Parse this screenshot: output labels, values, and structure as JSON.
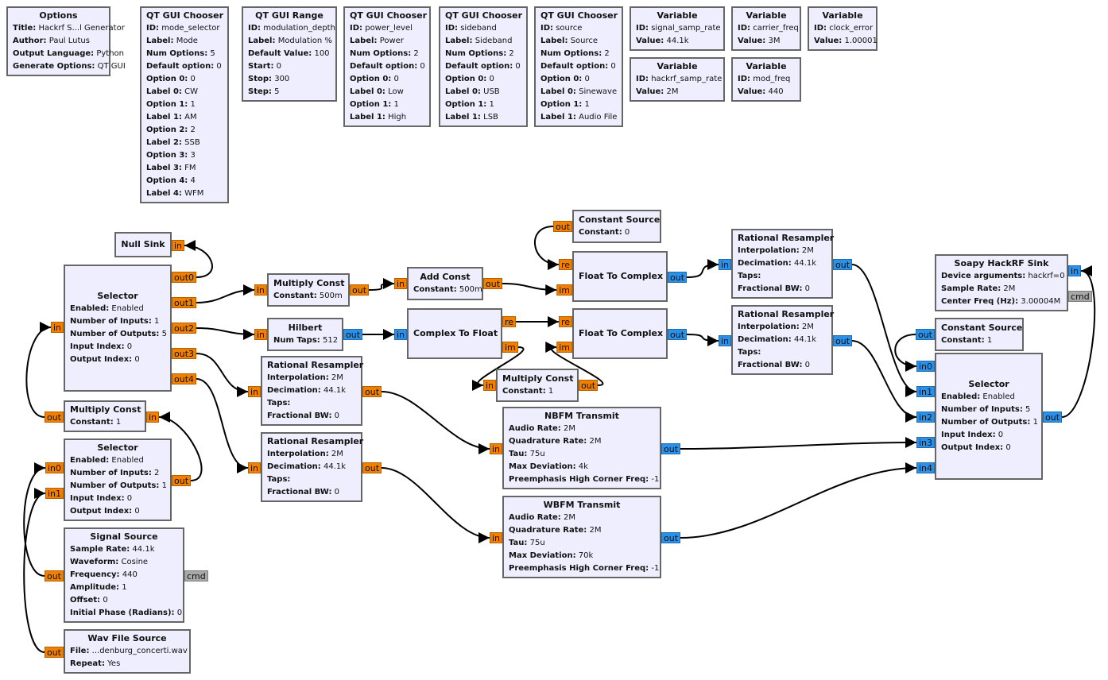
{
  "colors": {
    "float": "#f28000",
    "complex": "#2a90e8",
    "message": "#a8a8a8",
    "block_fill": "#eeeefe",
    "block_border": "#666666",
    "wire": "#000000"
  },
  "blocks": [
    {
      "title": "Options",
      "params": [
        [
          "Title:",
          "Hackrf S...l Generator"
        ],
        [
          "Author:",
          "Paul Lutus"
        ],
        [
          "Output Language:",
          "Python"
        ],
        [
          "Generate Options:",
          "QT GUI"
        ]
      ],
      "left": [],
      "right": []
    },
    {
      "title": "QT GUI Chooser",
      "params": [
        [
          "ID:",
          "mode_selector"
        ],
        [
          "Label:",
          "Mode"
        ],
        [
          "Num Options:",
          "5"
        ],
        [
          "Default option:",
          "0"
        ],
        [
          "Option 0:",
          "0"
        ],
        [
          "Label 0:",
          "CW"
        ],
        [
          "Option 1:",
          "1"
        ],
        [
          "Label 1:",
          "AM"
        ],
        [
          "Option 2:",
          "2"
        ],
        [
          "Label 2:",
          "SSB"
        ],
        [
          "Option 3:",
          "3"
        ],
        [
          "Label 3:",
          "FM"
        ],
        [
          "Option 4:",
          "4"
        ],
        [
          "Label 4:",
          "WFM"
        ]
      ],
      "left": [],
      "right": []
    },
    {
      "title": "QT GUI Range",
      "params": [
        [
          "ID:",
          "modulation_depth"
        ],
        [
          "Label:",
          "Modulation %"
        ],
        [
          "Default Value:",
          "100"
        ],
        [
          "Start:",
          "0"
        ],
        [
          "Stop:",
          "300"
        ],
        [
          "Step:",
          "5"
        ]
      ],
      "left": [],
      "right": []
    },
    {
      "title": "QT GUI Chooser",
      "params": [
        [
          "ID:",
          "power_level"
        ],
        [
          "Label:",
          "Power"
        ],
        [
          "Num Options:",
          "2"
        ],
        [
          "Default option:",
          "0"
        ],
        [
          "Option 0:",
          "0"
        ],
        [
          "Label 0:",
          "Low"
        ],
        [
          "Option 1:",
          "1"
        ],
        [
          "Label 1:",
          "High"
        ]
      ],
      "left": [],
      "right": []
    },
    {
      "title": "QT GUI Chooser",
      "params": [
        [
          "ID:",
          "sideband"
        ],
        [
          "Label:",
          "Sideband"
        ],
        [
          "Num Options:",
          "2"
        ],
        [
          "Default option:",
          "0"
        ],
        [
          "Option 0:",
          "0"
        ],
        [
          "Label 0:",
          "USB"
        ],
        [
          "Option 1:",
          "1"
        ],
        [
          "Label 1:",
          "LSB"
        ]
      ],
      "left": [],
      "right": []
    },
    {
      "title": "QT GUI Chooser",
      "params": [
        [
          "ID:",
          "source"
        ],
        [
          "Label:",
          "Source"
        ],
        [
          "Num Options:",
          "2"
        ],
        [
          "Default option:",
          "0"
        ],
        [
          "Option 0:",
          "0"
        ],
        [
          "Label 0:",
          "Sinewave"
        ],
        [
          "Option 1:",
          "1"
        ],
        [
          "Label 1:",
          "Audio File"
        ]
      ],
      "left": [],
      "right": []
    },
    {
      "title": "Variable",
      "params": [
        [
          "ID:",
          "signal_samp_rate"
        ],
        [
          "Value:",
          "44.1k"
        ]
      ],
      "left": [],
      "right": []
    },
    {
      "title": "Variable",
      "params": [
        [
          "ID:",
          "carrier_freq"
        ],
        [
          "Value:",
          "3M"
        ]
      ],
      "left": [],
      "right": []
    },
    {
      "title": "Variable",
      "params": [
        [
          "ID:",
          "clock_error"
        ],
        [
          "Value:",
          "1.00001"
        ]
      ],
      "left": [],
      "right": []
    },
    {
      "title": "Variable",
      "params": [
        [
          "ID:",
          "hackrf_samp_rate"
        ],
        [
          "Value:",
          "2M"
        ]
      ],
      "left": [],
      "right": []
    },
    {
      "title": "Variable",
      "params": [
        [
          "ID:",
          "mod_freq"
        ],
        [
          "Value:",
          "440"
        ]
      ],
      "left": [],
      "right": []
    },
    {
      "title": "Null Sink",
      "params": [],
      "left": [],
      "right": [
        {
          "label": "in",
          "type": "float"
        }
      ]
    },
    {
      "title": "Selector",
      "params": [
        [
          "Enabled:",
          "Enabled"
        ],
        [
          "Number of Inputs:",
          "1"
        ],
        [
          "Number of Outputs:",
          "5"
        ],
        [
          "Input Index:",
          "0"
        ],
        [
          "Output Index:",
          "0"
        ]
      ],
      "left": [
        {
          "label": "in",
          "type": "float"
        }
      ],
      "right": [
        {
          "label": "out0",
          "type": "float"
        },
        {
          "label": "out1",
          "type": "float"
        },
        {
          "label": "out2",
          "type": "float"
        },
        {
          "label": "out3",
          "type": "float"
        },
        {
          "label": "out4",
          "type": "float"
        }
      ]
    },
    {
      "title": "Multiply Const",
      "params": [
        [
          "Constant:",
          "1"
        ]
      ],
      "left": [
        {
          "label": "out",
          "type": "float"
        }
      ],
      "right": [
        {
          "label": "in",
          "type": "float"
        }
      ]
    },
    {
      "title": "Selector",
      "params": [
        [
          "Enabled:",
          "Enabled"
        ],
        [
          "Number of Inputs:",
          "2"
        ],
        [
          "Number of Outputs:",
          "1"
        ],
        [
          "Input Index:",
          "0"
        ],
        [
          "Output Index:",
          "0"
        ]
      ],
      "left": [
        {
          "label": "in0",
          "type": "float"
        },
        {
          "label": "in1",
          "type": "float"
        }
      ],
      "right": [
        {
          "label": "out",
          "type": "float"
        }
      ]
    },
    {
      "title": "Signal Source",
      "params": [
        [
          "Sample Rate:",
          "44.1k"
        ],
        [
          "Waveform:",
          "Cosine"
        ],
        [
          "Frequency:",
          "440"
        ],
        [
          "Amplitude:",
          "1"
        ],
        [
          "Offset:",
          "0"
        ],
        [
          "Initial Phase (Radians):",
          "0"
        ]
      ],
      "left": [
        {
          "label": "out",
          "type": "float"
        }
      ],
      "right": [
        {
          "label": "cmd",
          "type": "message"
        }
      ]
    },
    {
      "title": "Wav File Source",
      "params": [
        [
          "File:",
          "...denburg_concerti.wav"
        ],
        [
          "Repeat:",
          "Yes"
        ]
      ],
      "left": [
        {
          "label": "out",
          "type": "float"
        }
      ],
      "right": []
    },
    {
      "title": "Multiply Const",
      "params": [
        [
          "Constant:",
          "500m"
        ]
      ],
      "left": [
        {
          "label": "in",
          "type": "float"
        }
      ],
      "right": [
        {
          "label": "out",
          "type": "float"
        }
      ]
    },
    {
      "title": "Hilbert",
      "params": [
        [
          "Num Taps:",
          "512"
        ]
      ],
      "left": [
        {
          "label": "in",
          "type": "float"
        }
      ],
      "right": [
        {
          "label": "out",
          "type": "complex"
        }
      ]
    },
    {
      "title": "Rational Resampler",
      "params": [
        [
          "Interpolation:",
          "2M"
        ],
        [
          "Decimation:",
          "44.1k"
        ],
        [
          "Taps:",
          ""
        ],
        [
          "Fractional BW:",
          "0"
        ]
      ],
      "left": [
        {
          "label": "in",
          "type": "float"
        }
      ],
      "right": [
        {
          "label": "out",
          "type": "float"
        }
      ]
    },
    {
      "title": "Rational Resampler",
      "params": [
        [
          "Interpolation:",
          "2M"
        ],
        [
          "Decimation:",
          "44.1k"
        ],
        [
          "Taps:",
          ""
        ],
        [
          "Fractional BW:",
          "0"
        ]
      ],
      "left": [
        {
          "label": "in",
          "type": "float"
        }
      ],
      "right": [
        {
          "label": "out",
          "type": "float"
        }
      ]
    },
    {
      "title": "Add Const",
      "params": [
        [
          "Constant:",
          "500m"
        ]
      ],
      "left": [
        {
          "label": "in",
          "type": "float"
        }
      ],
      "right": [
        {
          "label": "out",
          "type": "float"
        }
      ]
    },
    {
      "title": "Complex To Float",
      "params": [],
      "left": [
        {
          "label": "in",
          "type": "complex"
        }
      ],
      "right": [
        {
          "label": "re",
          "type": "float"
        },
        {
          "label": "im",
          "type": "float"
        }
      ]
    },
    {
      "title": "Multiply Const",
      "params": [
        [
          "Constant:",
          "1"
        ]
      ],
      "left": [
        {
          "label": "in",
          "type": "float"
        }
      ],
      "right": [
        {
          "label": "out",
          "type": "float"
        }
      ]
    },
    {
      "title": "Constant Source",
      "params": [
        [
          "Constant:",
          "0"
        ]
      ],
      "left": [
        {
          "label": "out",
          "type": "float"
        }
      ],
      "right": []
    },
    {
      "title": "Float To Complex",
      "params": [],
      "left": [
        {
          "label": "re",
          "type": "float"
        },
        {
          "label": "im",
          "type": "float"
        }
      ],
      "right": [
        {
          "label": "out",
          "type": "complex"
        }
      ]
    },
    {
      "title": "Float To Complex",
      "params": [],
      "left": [
        {
          "label": "re",
          "type": "float"
        },
        {
          "label": "im",
          "type": "float"
        }
      ],
      "right": [
        {
          "label": "out",
          "type": "complex"
        }
      ]
    },
    {
      "title": "Rational Resampler",
      "params": [
        [
          "Interpolation:",
          "2M"
        ],
        [
          "Decimation:",
          "44.1k"
        ],
        [
          "Taps:",
          ""
        ],
        [
          "Fractional BW:",
          "0"
        ]
      ],
      "left": [
        {
          "label": "in",
          "type": "complex"
        }
      ],
      "right": [
        {
          "label": "out",
          "type": "complex"
        }
      ]
    },
    {
      "title": "Rational Resampler",
      "params": [
        [
          "Interpolation:",
          "2M"
        ],
        [
          "Decimation:",
          "44.1k"
        ],
        [
          "Taps:",
          ""
        ],
        [
          "Fractional BW:",
          "0"
        ]
      ],
      "left": [
        {
          "label": "in",
          "type": "complex"
        }
      ],
      "right": [
        {
          "label": "out",
          "type": "complex"
        }
      ]
    },
    {
      "title": "NBFM Transmit",
      "params": [
        [
          "Audio Rate:",
          "2M"
        ],
        [
          "Quadrature Rate:",
          "2M"
        ],
        [
          "Tau:",
          "75u"
        ],
        [
          "Max Deviation:",
          "4k"
        ],
        [
          "Preemphasis High Corner Freq:",
          "-1"
        ]
      ],
      "left": [
        {
          "label": "in",
          "type": "float"
        }
      ],
      "right": [
        {
          "label": "out",
          "type": "complex"
        }
      ]
    },
    {
      "title": "WBFM Transmit",
      "params": [
        [
          "Audio Rate:",
          "2M"
        ],
        [
          "Quadrature Rate:",
          "2M"
        ],
        [
          "Tau:",
          "75u"
        ],
        [
          "Max Deviation:",
          "70k"
        ],
        [
          "Preemphasis High Corner Freq:",
          "-1"
        ]
      ],
      "left": [
        {
          "label": "in",
          "type": "float"
        }
      ],
      "right": [
        {
          "label": "out",
          "type": "complex"
        }
      ]
    },
    {
      "title": "Soapy HackRF Sink",
      "params": [
        [
          "Device arguments:",
          "hackrf=0"
        ],
        [
          "Sample Rate:",
          "2M"
        ],
        [
          "Center Freq (Hz):",
          "3.00004M"
        ]
      ],
      "left": [],
      "right": [
        {
          "label": "in",
          "type": "complex"
        },
        {
          "label": "cmd",
          "type": "message"
        }
      ]
    },
    {
      "title": "Constant Source",
      "params": [
        [
          "Constant:",
          "1"
        ]
      ],
      "left": [
        {
          "label": "out",
          "type": "complex"
        }
      ],
      "right": []
    },
    {
      "title": "Selector",
      "params": [
        [
          "Enabled:",
          "Enabled"
        ],
        [
          "Number of Inputs:",
          "5"
        ],
        [
          "Number of Outputs:",
          "1"
        ],
        [
          "Input Index:",
          "0"
        ],
        [
          "Output Index:",
          "0"
        ]
      ],
      "left": [
        {
          "label": "in0",
          "type": "complex"
        },
        {
          "label": "in1",
          "type": "complex"
        },
        {
          "label": "in2",
          "type": "complex"
        },
        {
          "label": "in3",
          "type": "complex"
        },
        {
          "label": "in4",
          "type": "complex"
        }
      ],
      "right": [
        {
          "label": "out",
          "type": "complex"
        }
      ]
    }
  ]
}
